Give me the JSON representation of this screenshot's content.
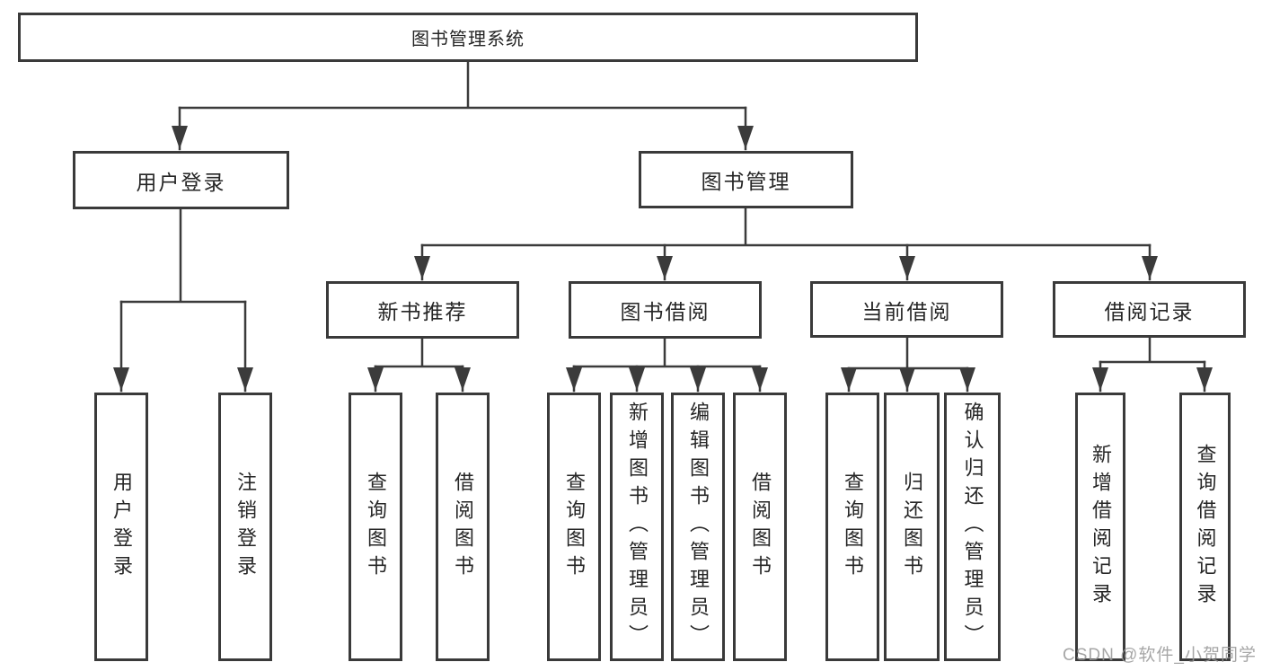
{
  "diagram": {
    "root": {
      "label": "图书管理系统"
    },
    "branches": [
      {
        "label": "用户登录",
        "children": [
          "用户登录",
          "注销登录"
        ]
      },
      {
        "label": "图书管理",
        "sections": [
          {
            "label": "新书推荐",
            "children": [
              "查询图书",
              "借阅图书"
            ]
          },
          {
            "label": "图书借阅",
            "children": [
              "查询图书",
              "新增图书（管理员）",
              "编辑图书（管理员）",
              "借阅图书"
            ]
          },
          {
            "label": "当前借阅",
            "children": [
              "查询图书",
              "归还图书",
              "确认归还（管理员）"
            ]
          },
          {
            "label": "借阅记录",
            "children": [
              "新增借阅记录",
              "查询借阅记录"
            ]
          }
        ]
      }
    ]
  },
  "watermark": {
    "text": "CSDN @软件_小贺同学"
  },
  "colors": {
    "line": "#3b3b3b",
    "box_border": "#3a3a3a",
    "text": "#262626",
    "watermark": "#969696",
    "background": "#ffffff"
  }
}
